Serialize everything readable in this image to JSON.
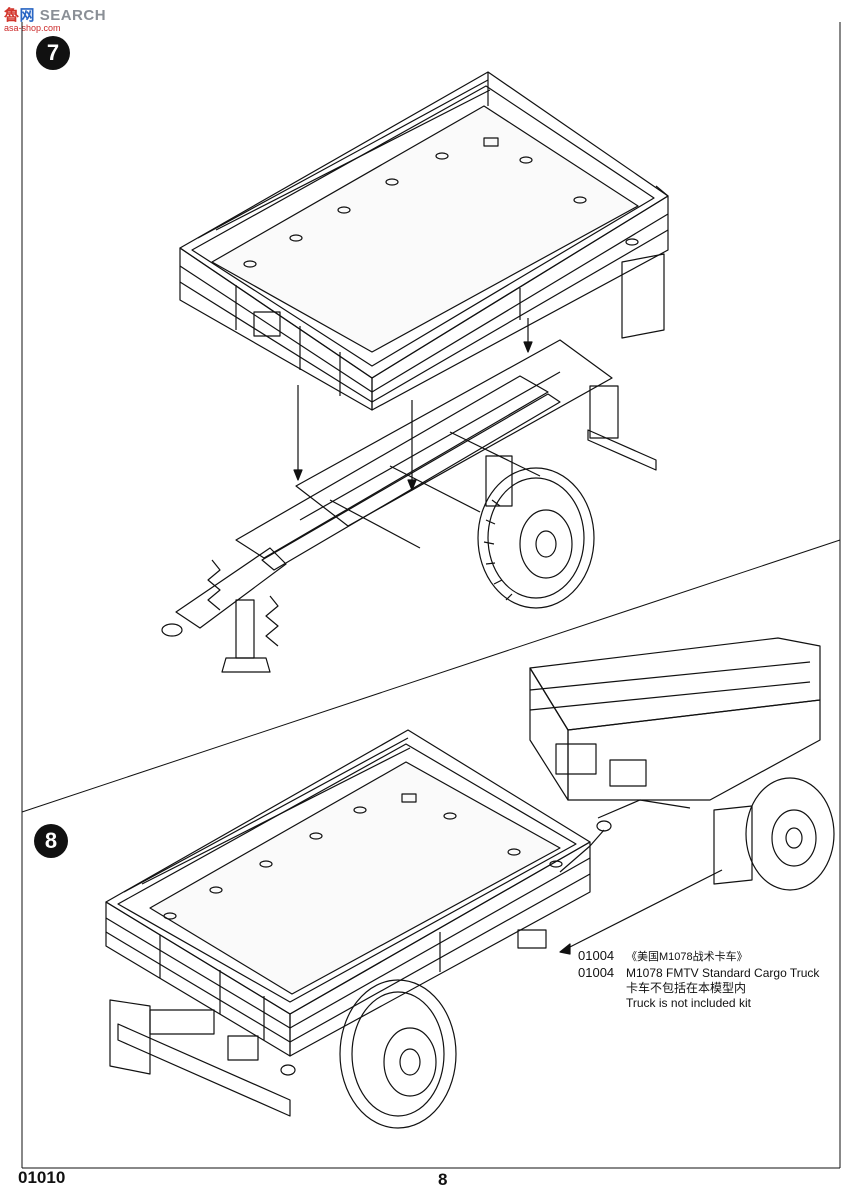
{
  "watermark": {
    "cn_part1": "魯",
    "cn_part2": "网",
    "en": "SEARCH",
    "site": "asa-shop.com"
  },
  "steps": [
    {
      "number": "7"
    },
    {
      "number": "8"
    }
  ],
  "note": {
    "line1_code": "01004",
    "line1_text": "《美国M1078战术卡车》",
    "line2_code": "01004",
    "line2_text": "M1078 FMTV Standard Cargo Truck",
    "line3_text": "卡车不包括在本模型内",
    "line4_text": "Truck is not included kit"
  },
  "footer": {
    "product_code": "01010",
    "page_number": "8"
  }
}
